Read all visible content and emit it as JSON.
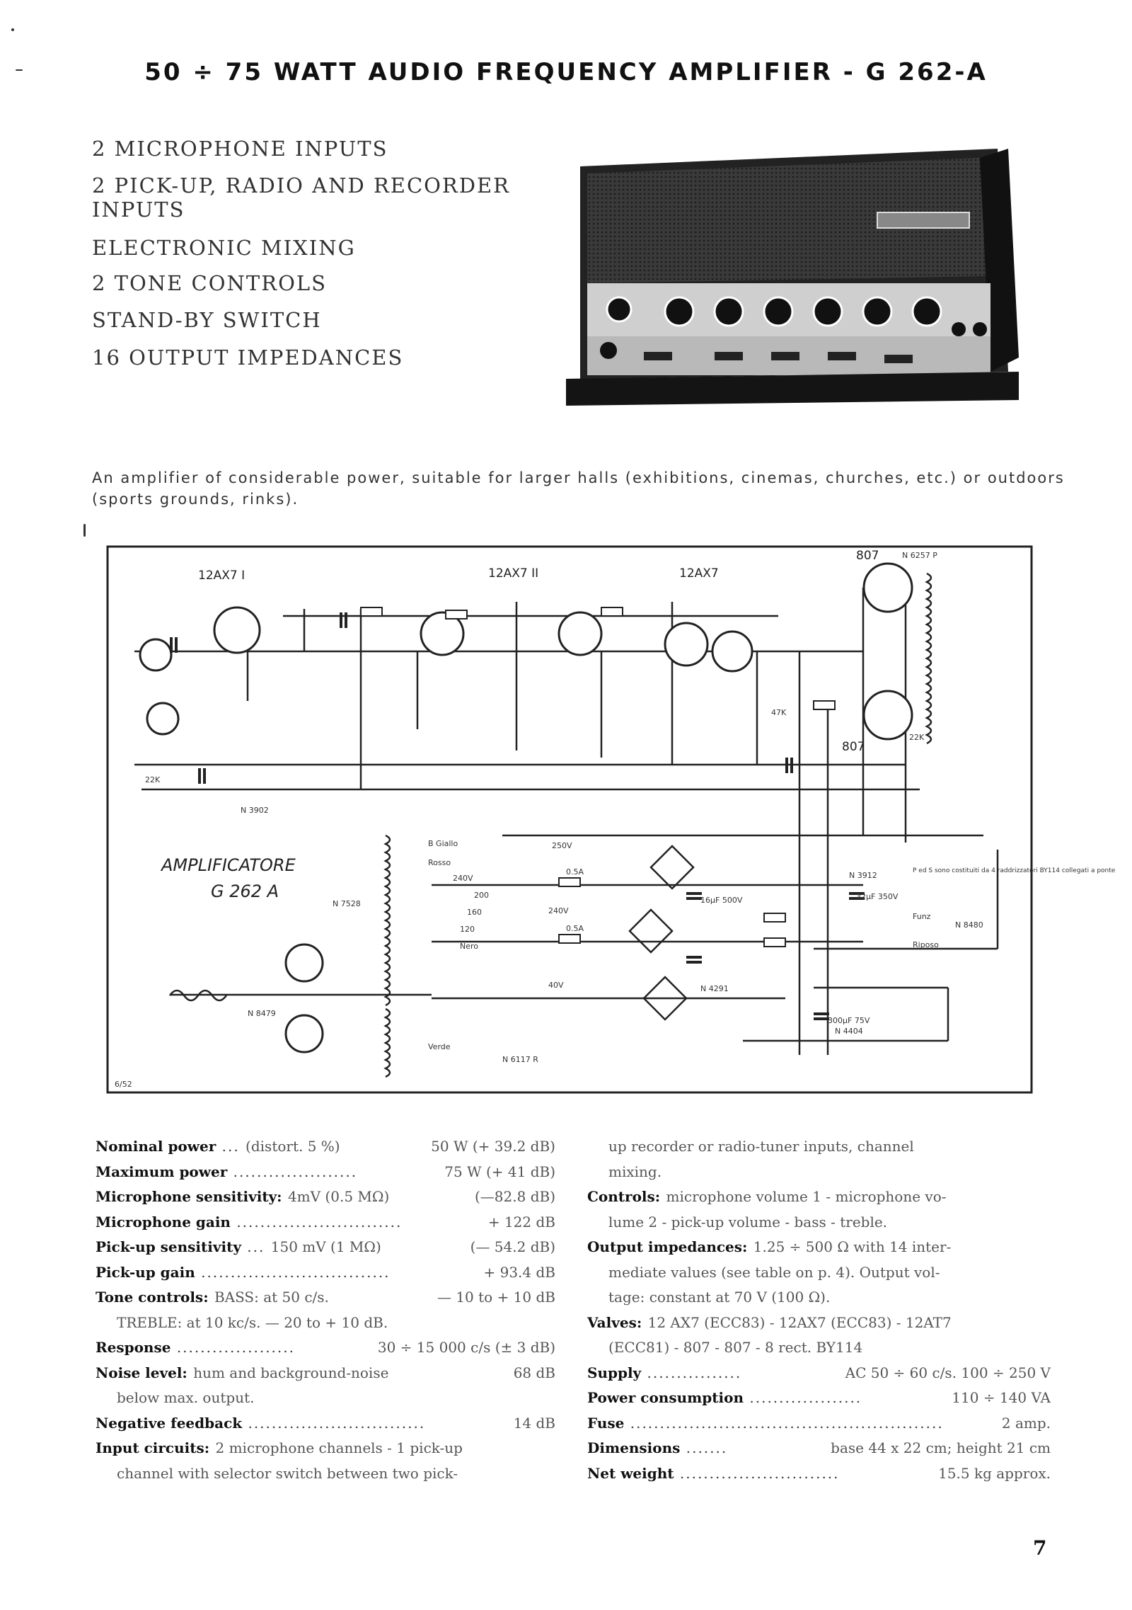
{
  "title": "50 ÷ 75 WATT AUDIO FREQUENCY AMPLIFIER - G 262-A",
  "features": [
    "2 MICROPHONE INPUTS",
    "2 PICK-UP, RADIO AND RECORDER INPUTS",
    "ELECTRONIC MIXING",
    "2 TONE CONTROLS",
    "STAND-BY SWITCH",
    "16 OUTPUT IMPEDANCES"
  ],
  "intro": "An amplifier of considerable power, suitable for larger halls (exhibitions, cinemas, churches, etc.) or outdoors (sports grounds, rinks).",
  "schematic": {
    "valves": [
      "12AX7 I",
      "12AX7 II",
      "12AX7",
      "807",
      "807"
    ],
    "label_line1": "AMPLIFICATORE",
    "label_line2": "G 262 A",
    "codes": [
      "N 6257 P",
      "N 3902",
      "N 3912",
      "N 8479",
      "N 8480",
      "N 4404",
      "N 6117 R",
      "N 7528",
      "N 4291",
      "6/52"
    ],
    "parts": [
      "0.5A",
      "0.5A",
      "32µF 350V",
      "300µF 75V",
      "16µF 500V",
      "22K",
      "47K",
      "22K",
      "250V",
      "240V",
      "200",
      "160",
      "120",
      "240V",
      "40V",
      "B Giallo",
      "Rosso",
      "Verde",
      "Nero",
      "Funz",
      "Riposo"
    ],
    "note": "P ed S sono costituiti da 4 raddrizzatori BY114 collegati a ponte"
  },
  "specs_left": [
    {
      "label": "Nominal power",
      "dots": " ... ",
      "mid": "(distort. 5 %)",
      "value": "50 W (+ 39.2 dB)"
    },
    {
      "label": "Maximum power",
      "dots": " ..................... ",
      "mid": "",
      "value": "75 W (+ 41 dB)"
    },
    {
      "label": "Microphone sensitivity:",
      "dots": " ",
      "mid": "4mV (0.5 MΩ)",
      "value": "(—82.8 dB)"
    },
    {
      "label": "Microphone gain",
      "dots": " ............................ ",
      "mid": "",
      "value": "+ 122 dB"
    },
    {
      "label": "Pick-up sensitivity",
      "dots": " ... ",
      "mid": "150 mV (1 MΩ)",
      "value": "(— 54.2 dB)"
    },
    {
      "label": "Pick-up gain",
      "dots": " ................................ ",
      "mid": "",
      "value": "+ 93.4 dB"
    },
    {
      "label": "Tone controls:",
      "dots": " ",
      "mid": "BASS: at 50 c/s.",
      "value": "— 10 to + 10 dB"
    },
    {
      "label": "",
      "dots": "",
      "mid": "TREBLE: at 10 kc/s. — 20 to + 10 dB.",
      "value": ""
    },
    {
      "label": "Response",
      "dots": " .................... ",
      "mid": "",
      "value": "30 ÷ 15 000 c/s (± 3 dB)"
    },
    {
      "label": "Noise level:",
      "dots": " ",
      "mid": "hum and background-noise",
      "value": "68 dB"
    },
    {
      "label": "",
      "dots": "",
      "mid": "below max. output.",
      "value": ""
    },
    {
      "label": "Negative feedback",
      "dots": " .............................. ",
      "mid": "",
      "value": "14 dB"
    },
    {
      "label": "Input circuits:",
      "dots": " ",
      "mid": "2 microphone channels - 1 pick-up",
      "value": ""
    },
    {
      "label": "",
      "dots": "",
      "mid": "channel with selector switch between two pick-",
      "value": ""
    }
  ],
  "specs_right": [
    {
      "label": "",
      "dots": "",
      "mid": "up recorder or radio-tuner inputs, channel",
      "value": ""
    },
    {
      "label": "",
      "dots": "",
      "mid": "mixing.",
      "value": ""
    },
    {
      "label": "Controls:",
      "dots": " ",
      "mid": "microphone volume 1 - microphone vo-",
      "value": ""
    },
    {
      "label": "",
      "dots": "",
      "mid": "lume 2 - pick-up volume - bass - treble.",
      "value": ""
    },
    {
      "label": "Output impedances:",
      "dots": " ",
      "mid": "1.25 ÷ 500 Ω with 14 inter-",
      "value": ""
    },
    {
      "label": "",
      "dots": "",
      "mid": "mediate values (see table on p. 4). Output vol-",
      "value": ""
    },
    {
      "label": "",
      "dots": "",
      "mid": "tage: constant at 70 V (100 Ω).",
      "value": ""
    },
    {
      "label": "Valves:",
      "dots": " ",
      "mid": "12 AX7 (ECC83) - 12AX7 (ECC83) - 12AT7",
      "value": ""
    },
    {
      "label": "",
      "dots": "",
      "mid": "(ECC81) - 807 - 807 - 8 rect. BY114",
      "value": ""
    },
    {
      "label": "Supply",
      "dots": " ................ ",
      "mid": "",
      "value": "AC 50 ÷ 60 c/s. 100 ÷ 250 V"
    },
    {
      "label": "Power consumption",
      "dots": " ................... ",
      "mid": "",
      "value": "110 ÷ 140 VA"
    },
    {
      "label": "Fuse",
      "dots": " ..................................................... ",
      "mid": "",
      "value": "2 amp."
    },
    {
      "label": "Dimensions",
      "dots": " ....... ",
      "mid": "",
      "value": "base 44 x 22 cm; height 21 cm"
    },
    {
      "label": "Net weight",
      "dots": " ........................... ",
      "mid": "",
      "value": "15.5 kg approx."
    }
  ],
  "page_number": "7"
}
